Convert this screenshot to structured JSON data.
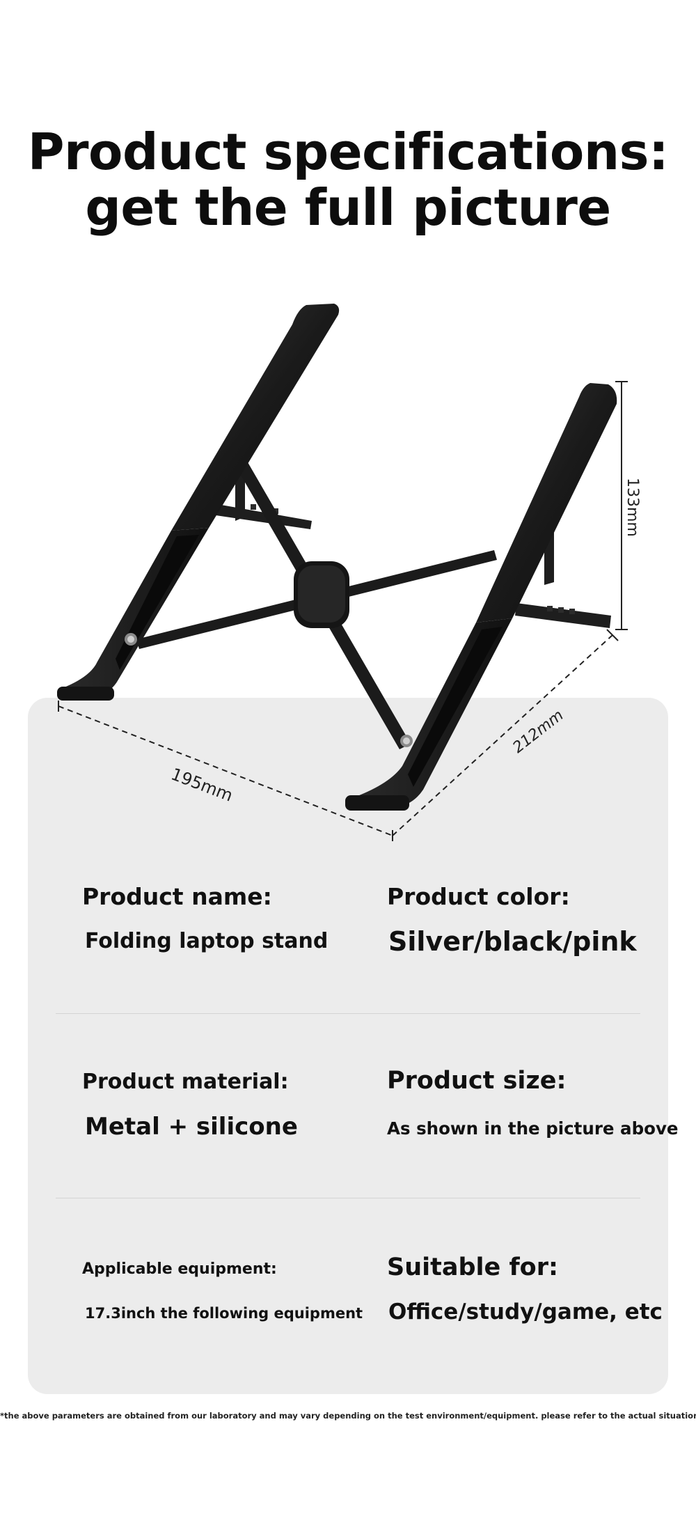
{
  "headline": {
    "line1": "Product specifications:",
    "line2": "get the full picture"
  },
  "dimensions": {
    "height": "133mm",
    "width": "195mm",
    "depth": "212mm"
  },
  "specs": {
    "product_name_label": "Product name:",
    "product_name_value": "Folding laptop stand",
    "product_color_label": "Product color:",
    "product_color_value": "Silver/black/pink",
    "material_label": "Product material:",
    "material_value": "Metal + silicone",
    "size_label": "Product size:",
    "size_value": "As shown in the picture above",
    "equipment_label": "Applicable equipment:",
    "equipment_value": "17.3inch the following equipment",
    "suitable_label": "Suitable for:",
    "suitable_value": "Office/study/game, etc"
  },
  "footnote": "*the above parameters are obtained from our laboratory and may vary depending on the test environment/equipment. please refer to the actual situation",
  "colors": {
    "card": "#ececec",
    "stand": "#1c1c1c",
    "text": "#111111"
  }
}
